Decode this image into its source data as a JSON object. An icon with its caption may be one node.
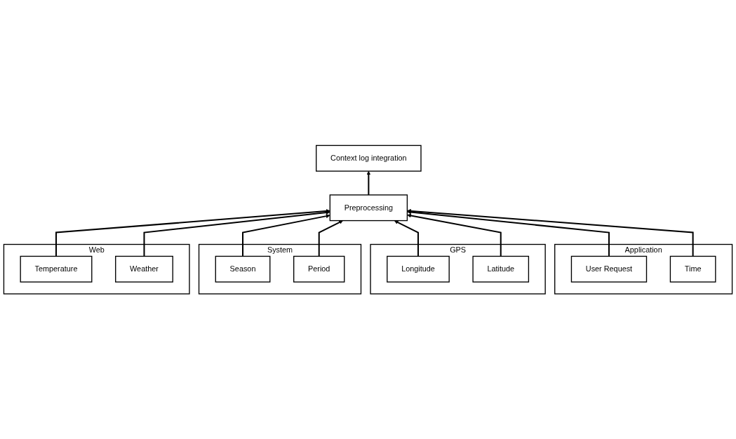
{
  "diagram": {
    "nodes": [
      {
        "text": [
          "Context log integration"
        ]
      },
      {
        "text": [
          "Preprocessing"
        ]
      },
      {
        "text": [
          "Web"
        ]
      },
      {
        "text": [
          "Temperature"
        ],
        "in": 2
      },
      {
        "text": [
          "Weather"
        ],
        "in": 2
      },
      {
        "text": [
          "System"
        ]
      },
      {
        "text": [
          "Season"
        ],
        "in": 5
      },
      {
        "text": [
          "Period"
        ],
        "in": 5
      },
      {
        "text": [
          "GPS"
        ]
      },
      {
        "text": [
          "Longitude"
        ],
        "in": 8
      },
      {
        "text": [
          "Latitude"
        ],
        "in": 8
      },
      {
        "text": [
          "Application"
        ]
      },
      {
        "text": [
          "User Request"
        ],
        "in": 11
      },
      {
        "text": [
          "Time"
        ],
        "in": 11
      }
    ],
    "edges": [
      {
        "from": 1,
        "to": 0,
        "arrow": "to"
      },
      {
        "from": 3,
        "to": 1,
        "arrow": "to"
      },
      {
        "from": 4,
        "to": 1,
        "arrow": "to"
      },
      {
        "from": 6,
        "to": 1,
        "arrow": "to"
      },
      {
        "from": 7,
        "to": 1,
        "arrow": "to"
      },
      {
        "from": 9,
        "to": 1,
        "arrow": "to"
      },
      {
        "from": 10,
        "to": 1,
        "arrow": "to"
      },
      {
        "from": 12,
        "to": 1,
        "arrow": "to"
      },
      {
        "from": 13,
        "to": 1,
        "arrow": "to"
      }
    ]
  }
}
